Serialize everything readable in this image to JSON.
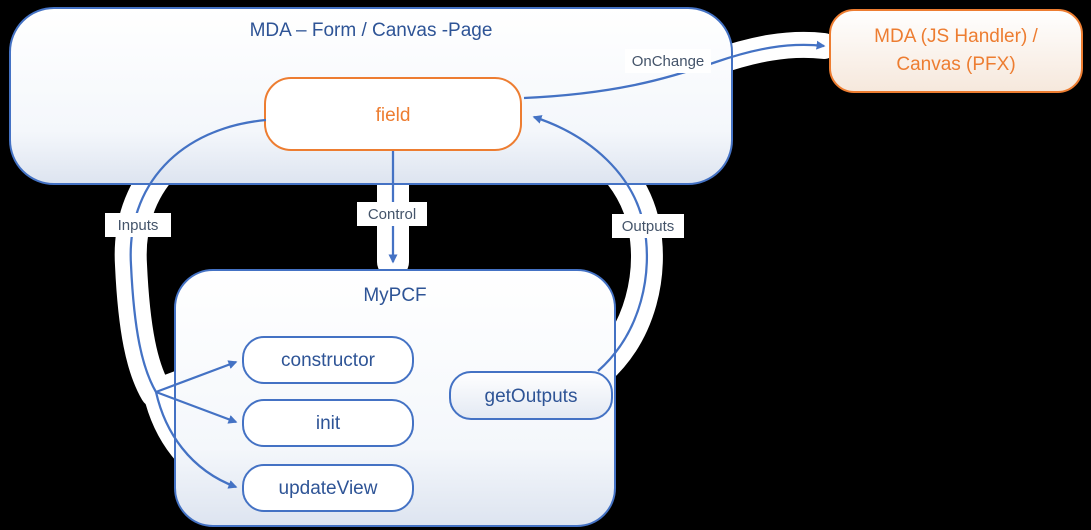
{
  "diagram": {
    "top_box": {
      "title": "MDA – Form / Canvas -Page"
    },
    "field_box": {
      "label": "field"
    },
    "handler_box": {
      "line1": "MDA (JS Handler) /",
      "line2": "Canvas (PFX)"
    },
    "mypcf_box": {
      "title": "MyPCF",
      "methods": [
        "constructor",
        "init",
        "updateView"
      ],
      "get_outputs_label": "getOutputs"
    },
    "connector_labels": {
      "onchange": "OnChange",
      "inputs": "Inputs",
      "control": "Control",
      "outputs": "Outputs"
    },
    "colors": {
      "blue_accent": "#4472C4",
      "orange_accent": "#ED7D31",
      "title_text": "#2E5496",
      "label_text": "#44546A",
      "background": "#000000"
    }
  }
}
